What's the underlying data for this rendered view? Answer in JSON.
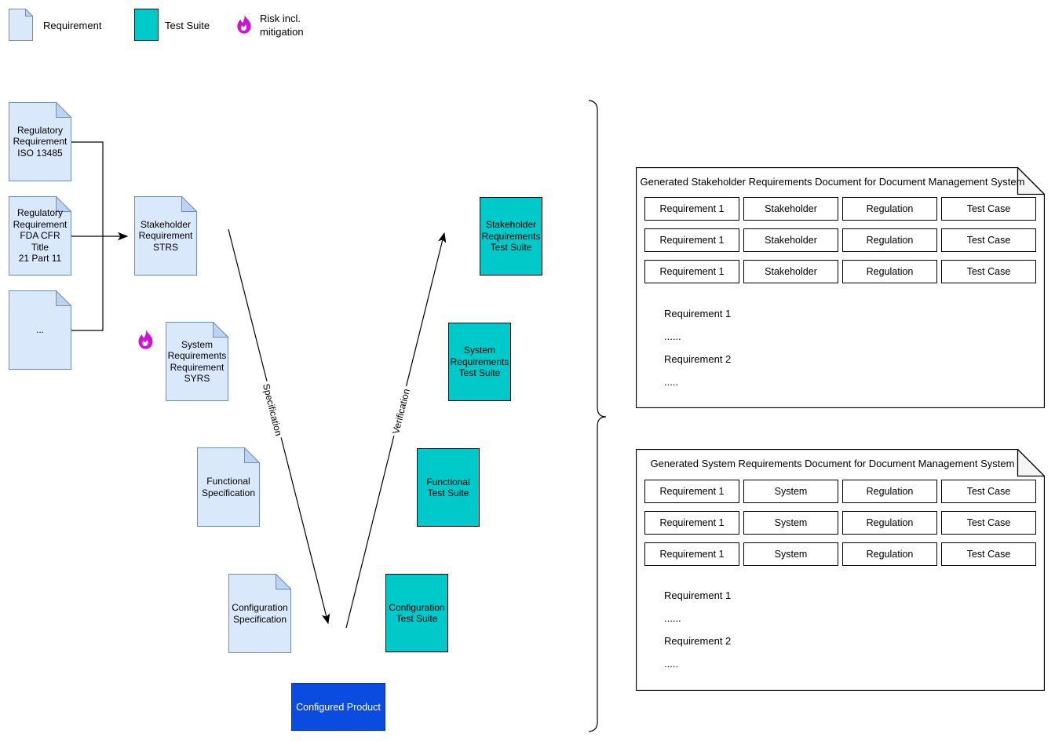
{
  "legend": {
    "requirement_label": "Requirement",
    "test_suite_label": "Test Suite",
    "risk_label": "Risk incl.\nmitigation"
  },
  "documents": {
    "iso": "Regulatory\nRequirement\nISO 13485",
    "fda": "Regulatory\nRequirement\nFDA CFR Title\n21 Part 11",
    "more": "...",
    "strs": "Stakeholder\nRequirement\nSTRS",
    "syrs": "System\nRequirements\nRequirement\nSYRS",
    "functional_spec": "Functional\nSpecification",
    "configuration_spec": "Configuration\nSpecification"
  },
  "test_suites": {
    "stakeholder": "Stakeholder\nRequirements\nTest Suite",
    "system": "System\nRequirements\nTest Suite",
    "functional": "Functional\nTest Suite",
    "configuration": "Configuration\nTest Suite"
  },
  "product_label": "Configured Product",
  "edge_labels": {
    "left": "Specification",
    "right": "Verification"
  },
  "panels": [
    {
      "title": "Generated Stakeholder Requirements Document for Document Management System",
      "rows": [
        [
          "Requirement 1",
          "Stakeholder",
          "Regulation",
          "Test Case"
        ],
        [
          "Requirement 1",
          "Stakeholder",
          "Regulation",
          "Test Case"
        ],
        [
          "Requirement 1",
          "Stakeholder",
          "Regulation",
          "Test Case"
        ]
      ],
      "body": [
        "Requirement 1",
        "......",
        "Requirement 2",
        "....."
      ]
    },
    {
      "title": "Generated System Requirements Document for Document Management System",
      "rows": [
        [
          "Requirement 1",
          "System",
          "Regulation",
          "Test Case"
        ],
        [
          "Requirement 1",
          "System",
          "Regulation",
          "Test Case"
        ],
        [
          "Requirement 1",
          "System",
          "Regulation",
          "Test Case"
        ]
      ],
      "body": [
        "Requirement 1",
        "......",
        "Requirement 2",
        "....."
      ]
    }
  ],
  "colors": {
    "requirement_fill": "#dae8fc",
    "requirement_stroke": "#6c8ebf",
    "requirement_fold": "#bed3f1",
    "test_suite_fill": "#00c9c9",
    "product_fill": "#0a4be0",
    "risk_flame": "#ce12d6",
    "panel_fold": "#f5f5f5",
    "line": "#000000"
  }
}
